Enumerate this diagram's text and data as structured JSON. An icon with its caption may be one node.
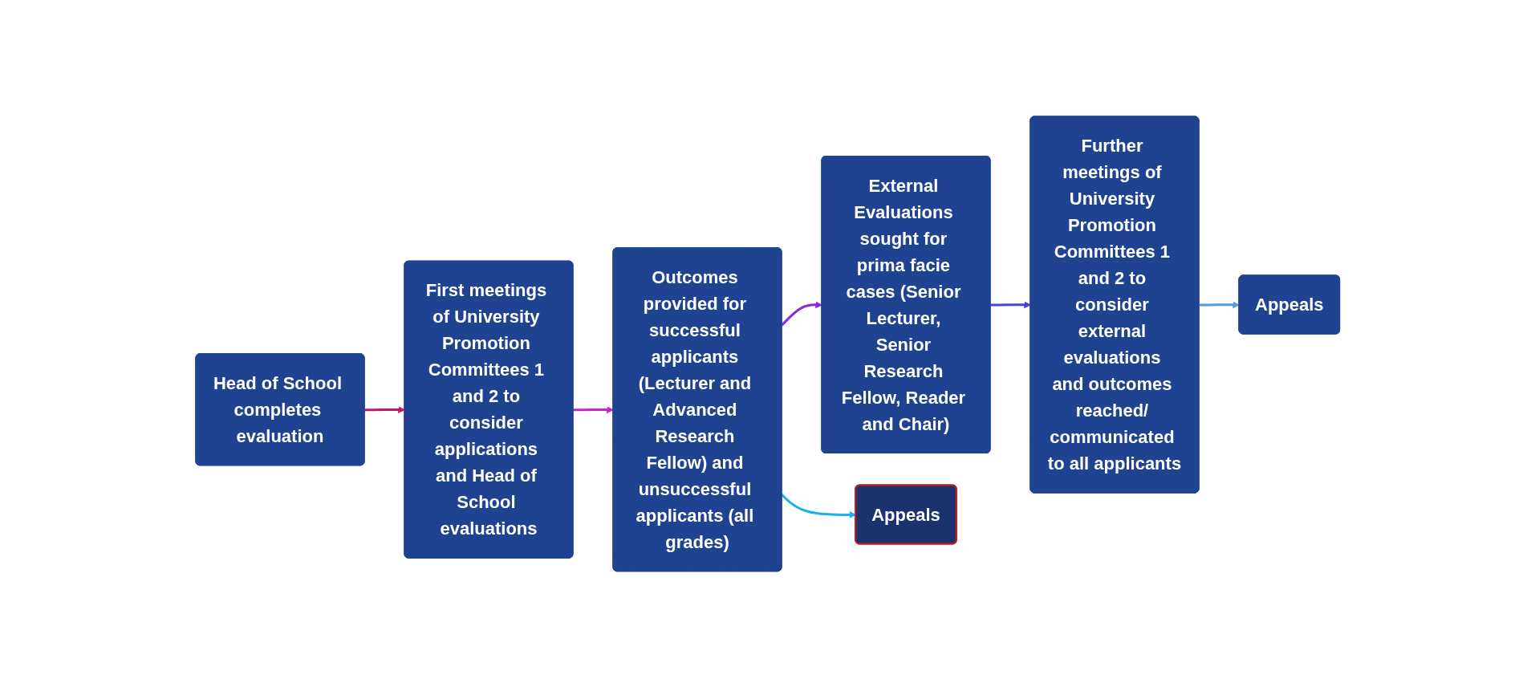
{
  "diagram": {
    "nodes": [
      {
        "text": [
          "Head of School completes evaluation"
        ]
      },
      {
        "text": [
          "First meetings of University Promotion Committees 1 and 2 to consider applications and Head of School evaluations"
        ]
      },
      {
        "text": [
          "Outcomes provided for successful applicants (Lecturer and Advanced Research Fellow) and unsuccessful applicants (all grades)"
        ]
      },
      {
        "text": [
          "External Evaluations sought for prima facie cases (Senior Lecturer, Senior Research Fellow, Reader and Chair)"
        ]
      },
      {
        "text": [
          "Further meetings of University Promotion Committees 1 and 2 to consider external evaluations and outcomes reached/ communicated to all applicants"
        ]
      },
      {
        "text": [
          "Appeals"
        ]
      },
      {
        "text": [
          "Appeals"
        ]
      }
    ],
    "edges": [
      {
        "from": 0,
        "to": 1,
        "arrow": "to",
        "color": "#c8106e"
      },
      {
        "from": 1,
        "to": 2,
        "arrow": "to",
        "color": "#d21ed2"
      },
      {
        "from": 2,
        "to": 3,
        "arrow": "to",
        "color": "#8a2be2"
      },
      {
        "from": 3,
        "to": 4,
        "arrow": "to",
        "color": "#4b3fe0"
      },
      {
        "from": 4,
        "to": 5,
        "arrow": "to",
        "color": "#5b9bd5"
      },
      {
        "from": 2,
        "to": 6,
        "arrow": "to",
        "color": "#1ab0e8"
      }
    ]
  }
}
